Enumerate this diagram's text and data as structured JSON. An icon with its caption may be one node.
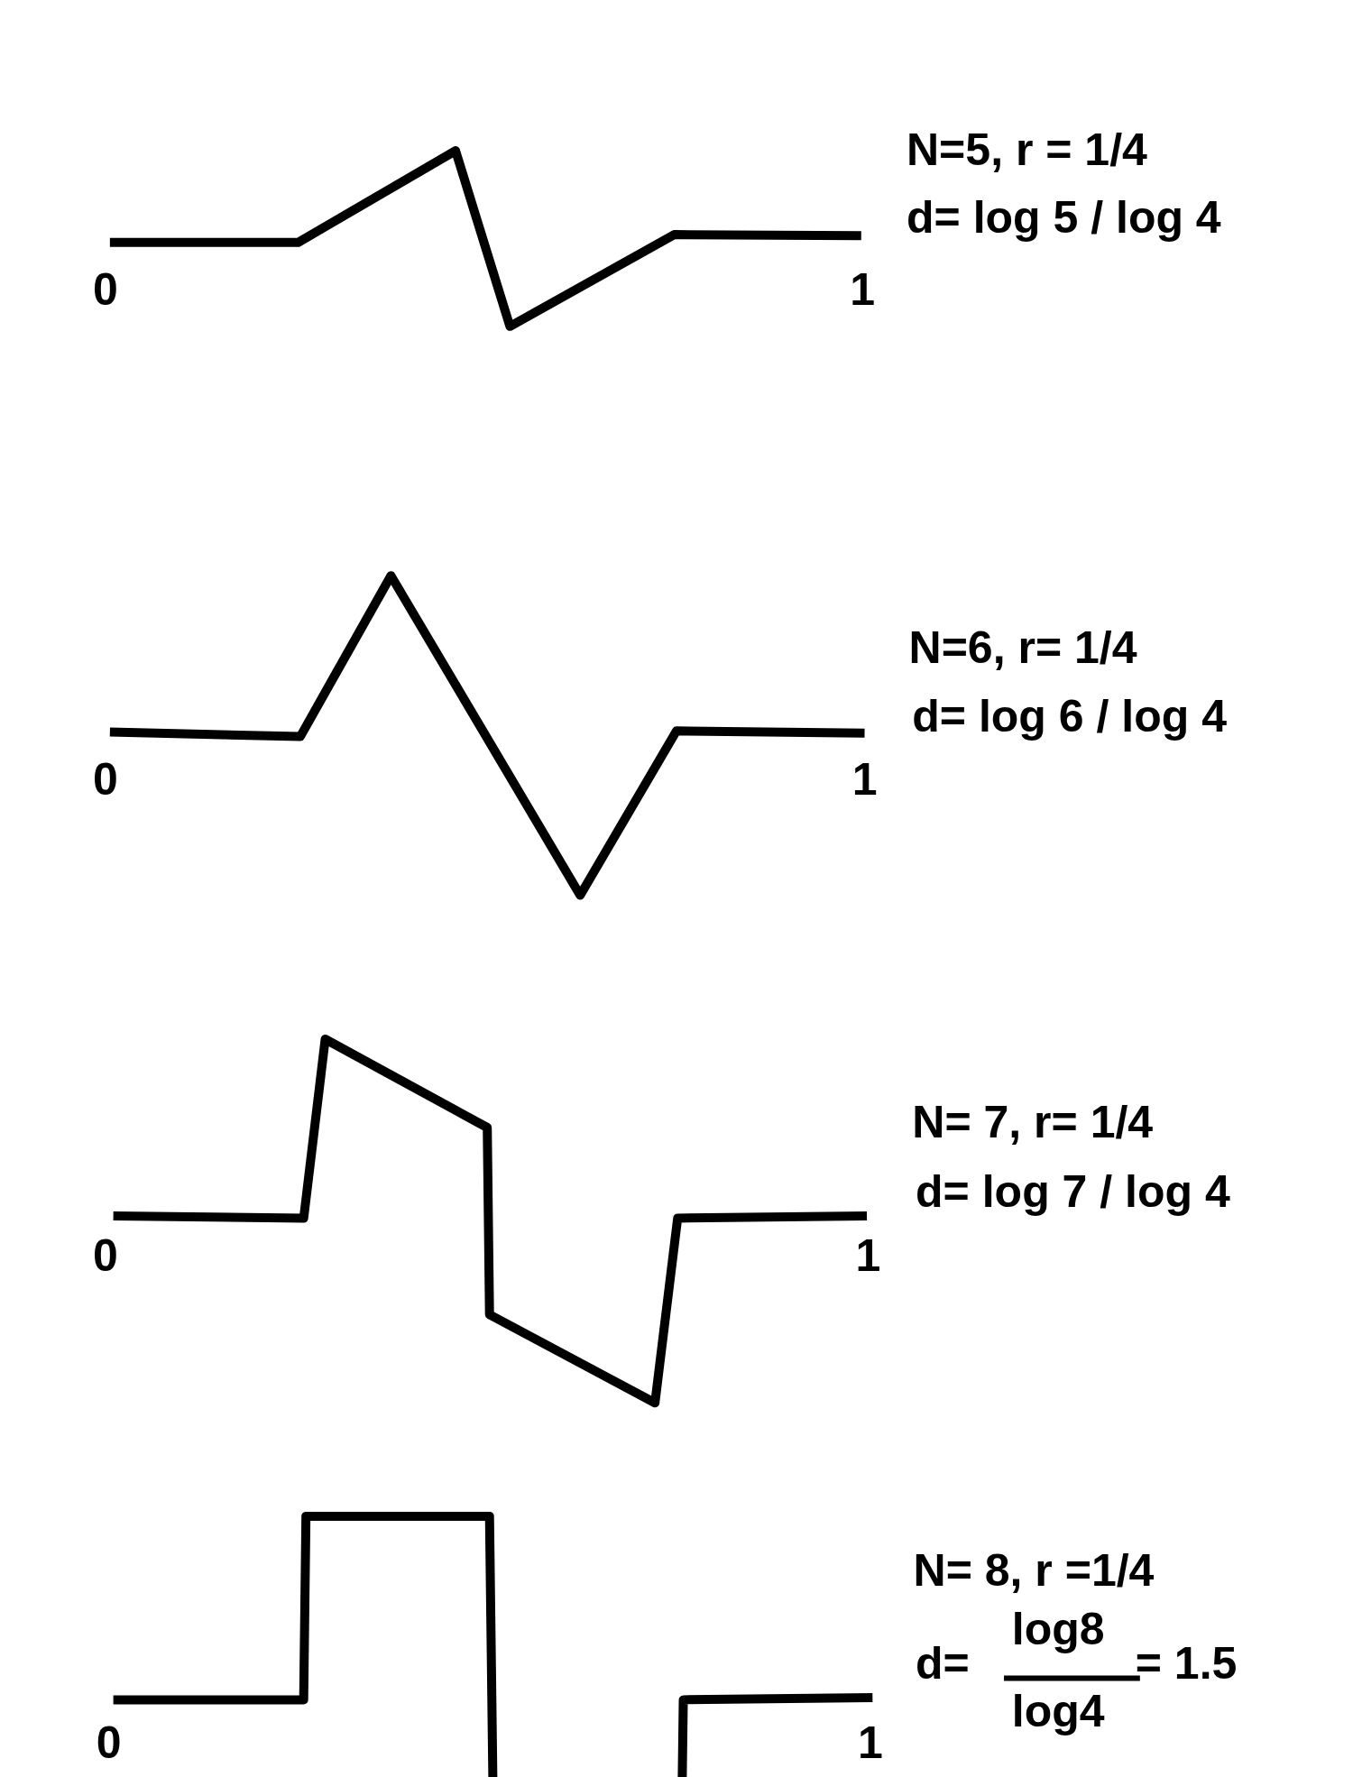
{
  "diagram": {
    "labels": [
      "N=5, r = 1/4",
      "d= log 5 / log 4",
      "0",
      "1",
      "N=6, r= 1/4",
      "d= log 6 / log 4",
      "0",
      "1",
      "N= 7, r= 1/4",
      "d= log 7 / log 4",
      "0",
      "1",
      "N= 8, r =1/4",
      "d=",
      "log8",
      "log4",
      "= 1.5",
      "0",
      "1"
    ]
  }
}
